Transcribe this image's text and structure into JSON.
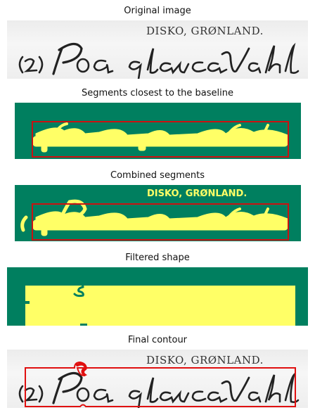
{
  "panels": [
    {
      "title": "Original image"
    },
    {
      "title": "Segments closest to the baseline"
    },
    {
      "title": "Combined segments"
    },
    {
      "title": "Filtered shape"
    },
    {
      "title": "Final contour"
    }
  ],
  "specimen": {
    "header": "DISKO,  GRØNLAND.",
    "label_number": "(2)",
    "label_name": "Poa glauca Vahl"
  },
  "colors": {
    "background_mask": "#007f5f",
    "segment_fill": "#ffff66",
    "box": "#cc1111"
  }
}
